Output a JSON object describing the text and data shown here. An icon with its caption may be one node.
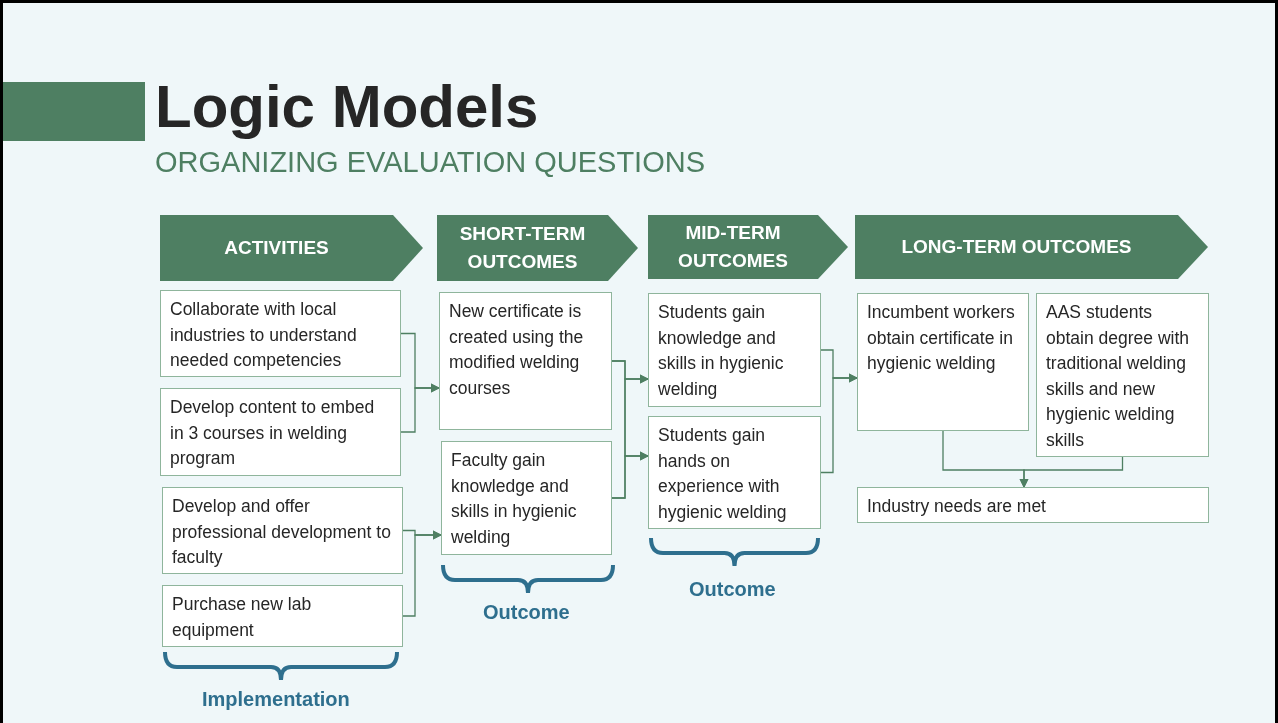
{
  "diagram": {
    "title": "Logic Models",
    "nodes": [
      {
        "text": [
          "ACTIVITIES"
        ]
      },
      {
        "text": [
          "SHORT-TERM OUTCOMES"
        ]
      },
      {
        "text": [
          "MID-TERM OUTCOMES"
        ]
      },
      {
        "text": [
          "LONG-TERM OUTCOMES"
        ]
      },
      {
        "text": [
          "Collaborate with local industries to understand needed competencies"
        ]
      },
      {
        "text": [
          "Develop content to embed in 3 courses in welding program"
        ]
      },
      {
        "text": [
          "Develop and offer professional development to faculty"
        ]
      },
      {
        "text": [
          "Purchase new lab equipment"
        ]
      },
      {
        "text": [
          "New certificate is created using the modified welding courses"
        ]
      },
      {
        "text": [
          "Faculty gain knowledge and skills in hygienic welding"
        ]
      },
      {
        "text": [
          "Students gain knowledge and skills in hygienic welding"
        ]
      },
      {
        "text": [
          "Students gain hands on experience with hygienic welding"
        ]
      },
      {
        "text": [
          "Incumbent workers obtain certificate in hygienic welding"
        ]
      },
      {
        "text": [
          "AAS students obtain degree with traditional welding skills and new hygienic welding skills"
        ]
      },
      {
        "text": [
          "Industry needs are met"
        ]
      }
    ],
    "edges": [
      {
        "from": 4,
        "to": 8,
        "arrow": "to"
      },
      {
        "from": 5,
        "to": 8,
        "arrow": "to"
      },
      {
        "from": 6,
        "to": 9,
        "arrow": "to"
      },
      {
        "from": 7,
        "to": 9,
        "arrow": "to"
      },
      {
        "from": 8,
        "to": 10,
        "arrow": "to"
      },
      {
        "from": 8,
        "to": 11,
        "arrow": "to"
      },
      {
        "from": 9,
        "to": 10,
        "arrow": "to"
      },
      {
        "from": 9,
        "to": 11,
        "arrow": "to"
      },
      {
        "from": 10,
        "to": 12,
        "arrow": "to"
      },
      {
        "from": 11,
        "to": 12,
        "arrow": "to"
      },
      {
        "from": 12,
        "to": 14,
        "arrow": "to"
      },
      {
        "from": 13,
        "to": 14,
        "arrow": "to"
      }
    ],
    "labels": [
      "ORGANIZING EVALUATION QUESTIONS",
      "Implementation",
      "Outcome",
      "Outcome"
    ]
  }
}
